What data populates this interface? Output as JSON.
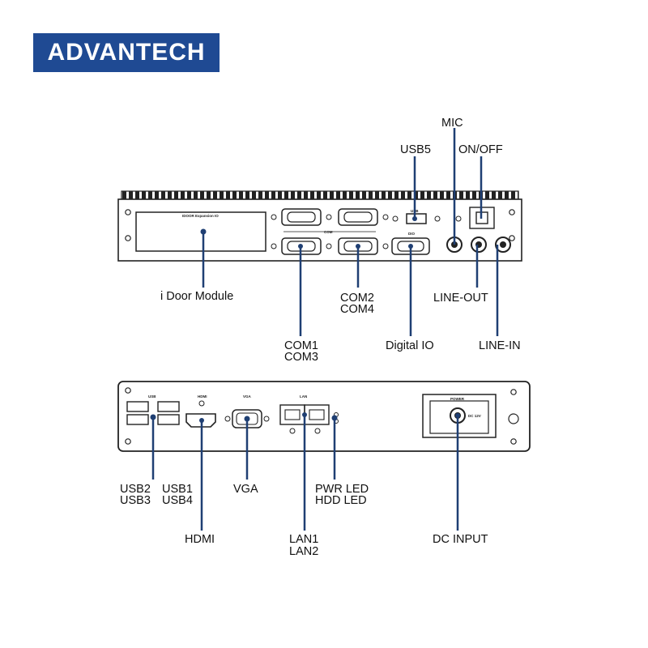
{
  "brand": {
    "logo_text": "ADVANTECH",
    "color": "#1f4a93"
  },
  "colors": {
    "leader": "#1f3f73",
    "outline": "#222222"
  },
  "panel_text": {
    "idoor": "IDOOR Expansion IO",
    "com": "COM",
    "dio": "DIO",
    "usb5_tag": "USB",
    "usb": "USB",
    "hdmi": "HDMI",
    "vga": "VGA",
    "lan": "LAN",
    "power": "POWER",
    "dc": "DC 12V"
  },
  "labels": {
    "mic": "MIC",
    "usb5": "USB5",
    "onoff": "ON/OFF",
    "idoor_module": "i Door Module",
    "com2": "COM2",
    "com4": "COM4",
    "line_out": "LINE-OUT",
    "com1": "COM1",
    "com3": "COM3",
    "digital_io": "Digital IO",
    "line_in": "LINE-IN",
    "usb2": "USB2",
    "usb3": "USB3",
    "usb1": "USB1",
    "usb4": "USB4",
    "vga": "VGA",
    "pwr_led": "PWR LED",
    "hdd_led": "HDD LED",
    "hdmi": "HDMI",
    "lan1": "LAN1",
    "lan2": "LAN2",
    "dc_input": "DC INPUT"
  }
}
